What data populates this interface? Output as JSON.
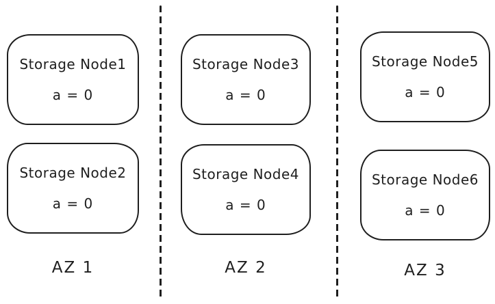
{
  "diagram": {
    "style": "hand-drawn sketch",
    "stroke_color": "#1e1e1e",
    "background_color": "#ffffff",
    "zones": [
      {
        "label": "AZ 1",
        "nodes": [
          {
            "title": "Storage Node1",
            "value": "a = 0"
          },
          {
            "title": "Storage Node2",
            "value": "a = 0"
          }
        ]
      },
      {
        "label": "AZ 2",
        "nodes": [
          {
            "title": "Storage Node3",
            "value": "a = 0"
          },
          {
            "title": "Storage Node4",
            "value": "a = 0"
          }
        ]
      },
      {
        "label": "AZ 3",
        "nodes": [
          {
            "title": "Storage Node5",
            "value": "a = 0"
          },
          {
            "title": "Storage Node6",
            "value": "a = 0"
          }
        ]
      }
    ]
  }
}
